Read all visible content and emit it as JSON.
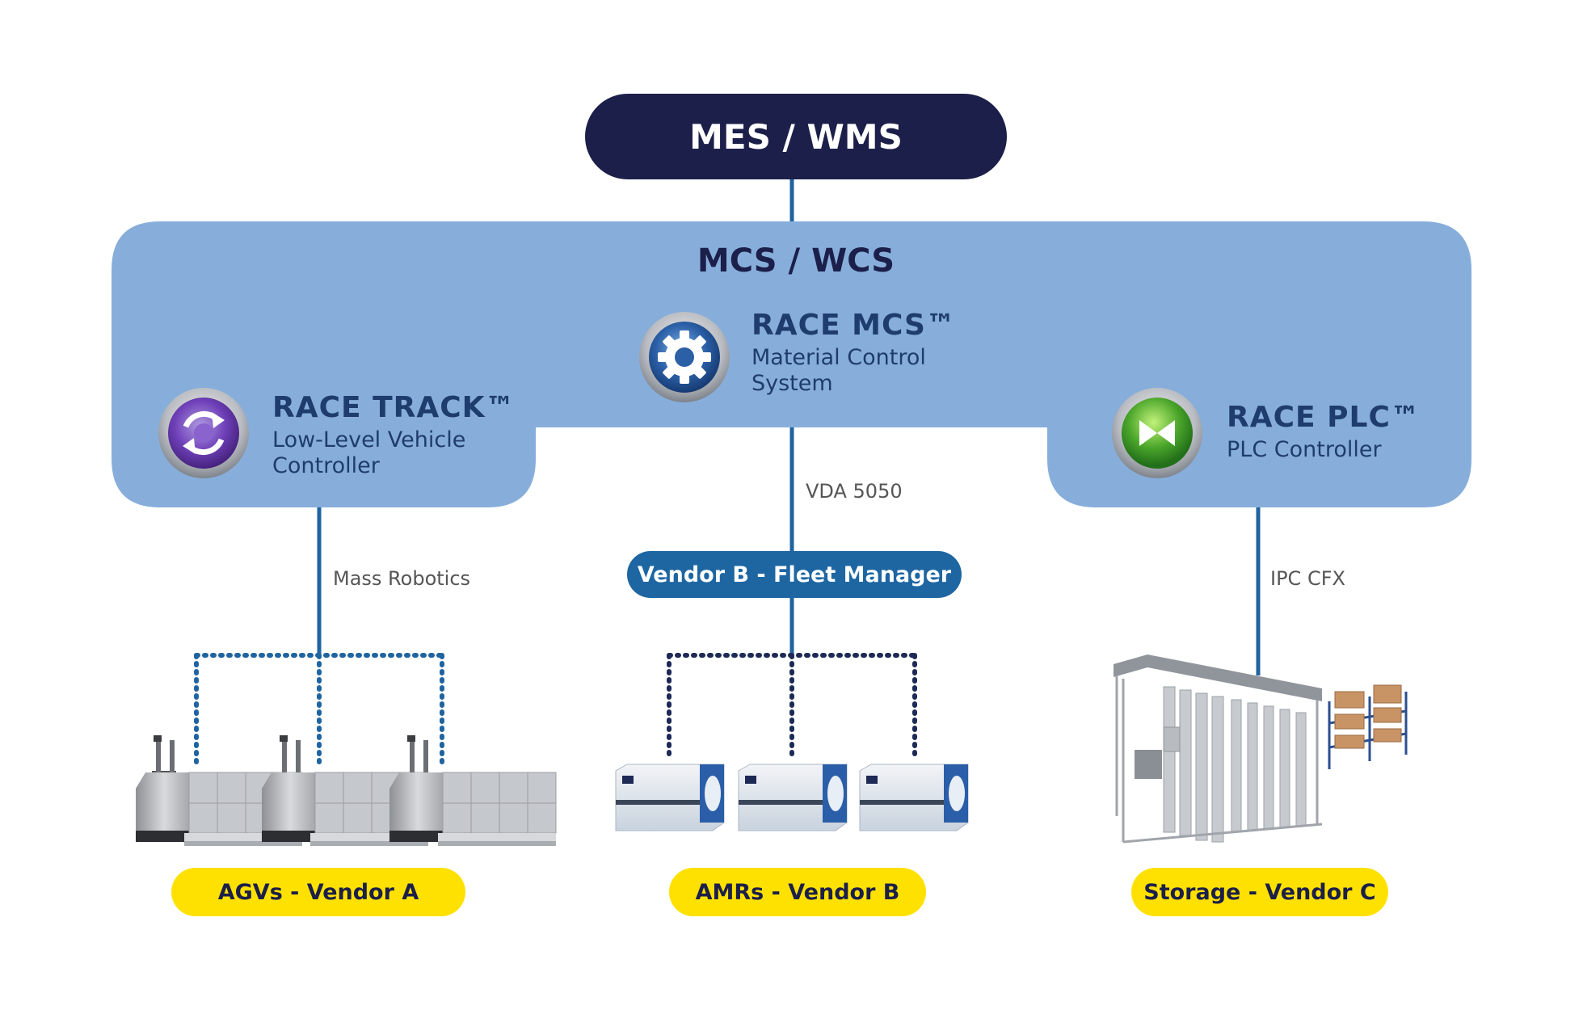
{
  "colors": {
    "navy": "#1b1f49",
    "mcs_blue": "#87aedb",
    "line_blue": "#1f64a0",
    "pill_blue": "#1e66a2",
    "dots_dark": "#1d2a55",
    "vendor_yellow": "#ffe100",
    "text_dark_blue": "#1f3c6e"
  },
  "top": {
    "label": "MES / WMS"
  },
  "mcs": {
    "title": "MCS / WCS"
  },
  "products": {
    "mcs": {
      "name": "RACE MCS™",
      "desc_line1": "Material Control",
      "desc_line2": "System",
      "icon": "gear-icon"
    },
    "track": {
      "name": "RACE TRACK™",
      "desc_line1": "Low-Level Vehicle",
      "desc_line2": "Controller",
      "icon": "cycle-arrows-icon"
    },
    "plc": {
      "name": "RACE PLC™",
      "desc_line1": "PLC Controller",
      "icon": "bowtie-valve-icon"
    }
  },
  "protocols": {
    "left": "Mass Robotics",
    "center": "VDA 5050",
    "right": "IPC CFX"
  },
  "fleet_manager": {
    "label": "Vendor B - Fleet Manager"
  },
  "vendors": {
    "agv": "AGVs - Vendor A",
    "amr": "AMRs - Vendor B",
    "storage": "Storage - Vendor C"
  }
}
